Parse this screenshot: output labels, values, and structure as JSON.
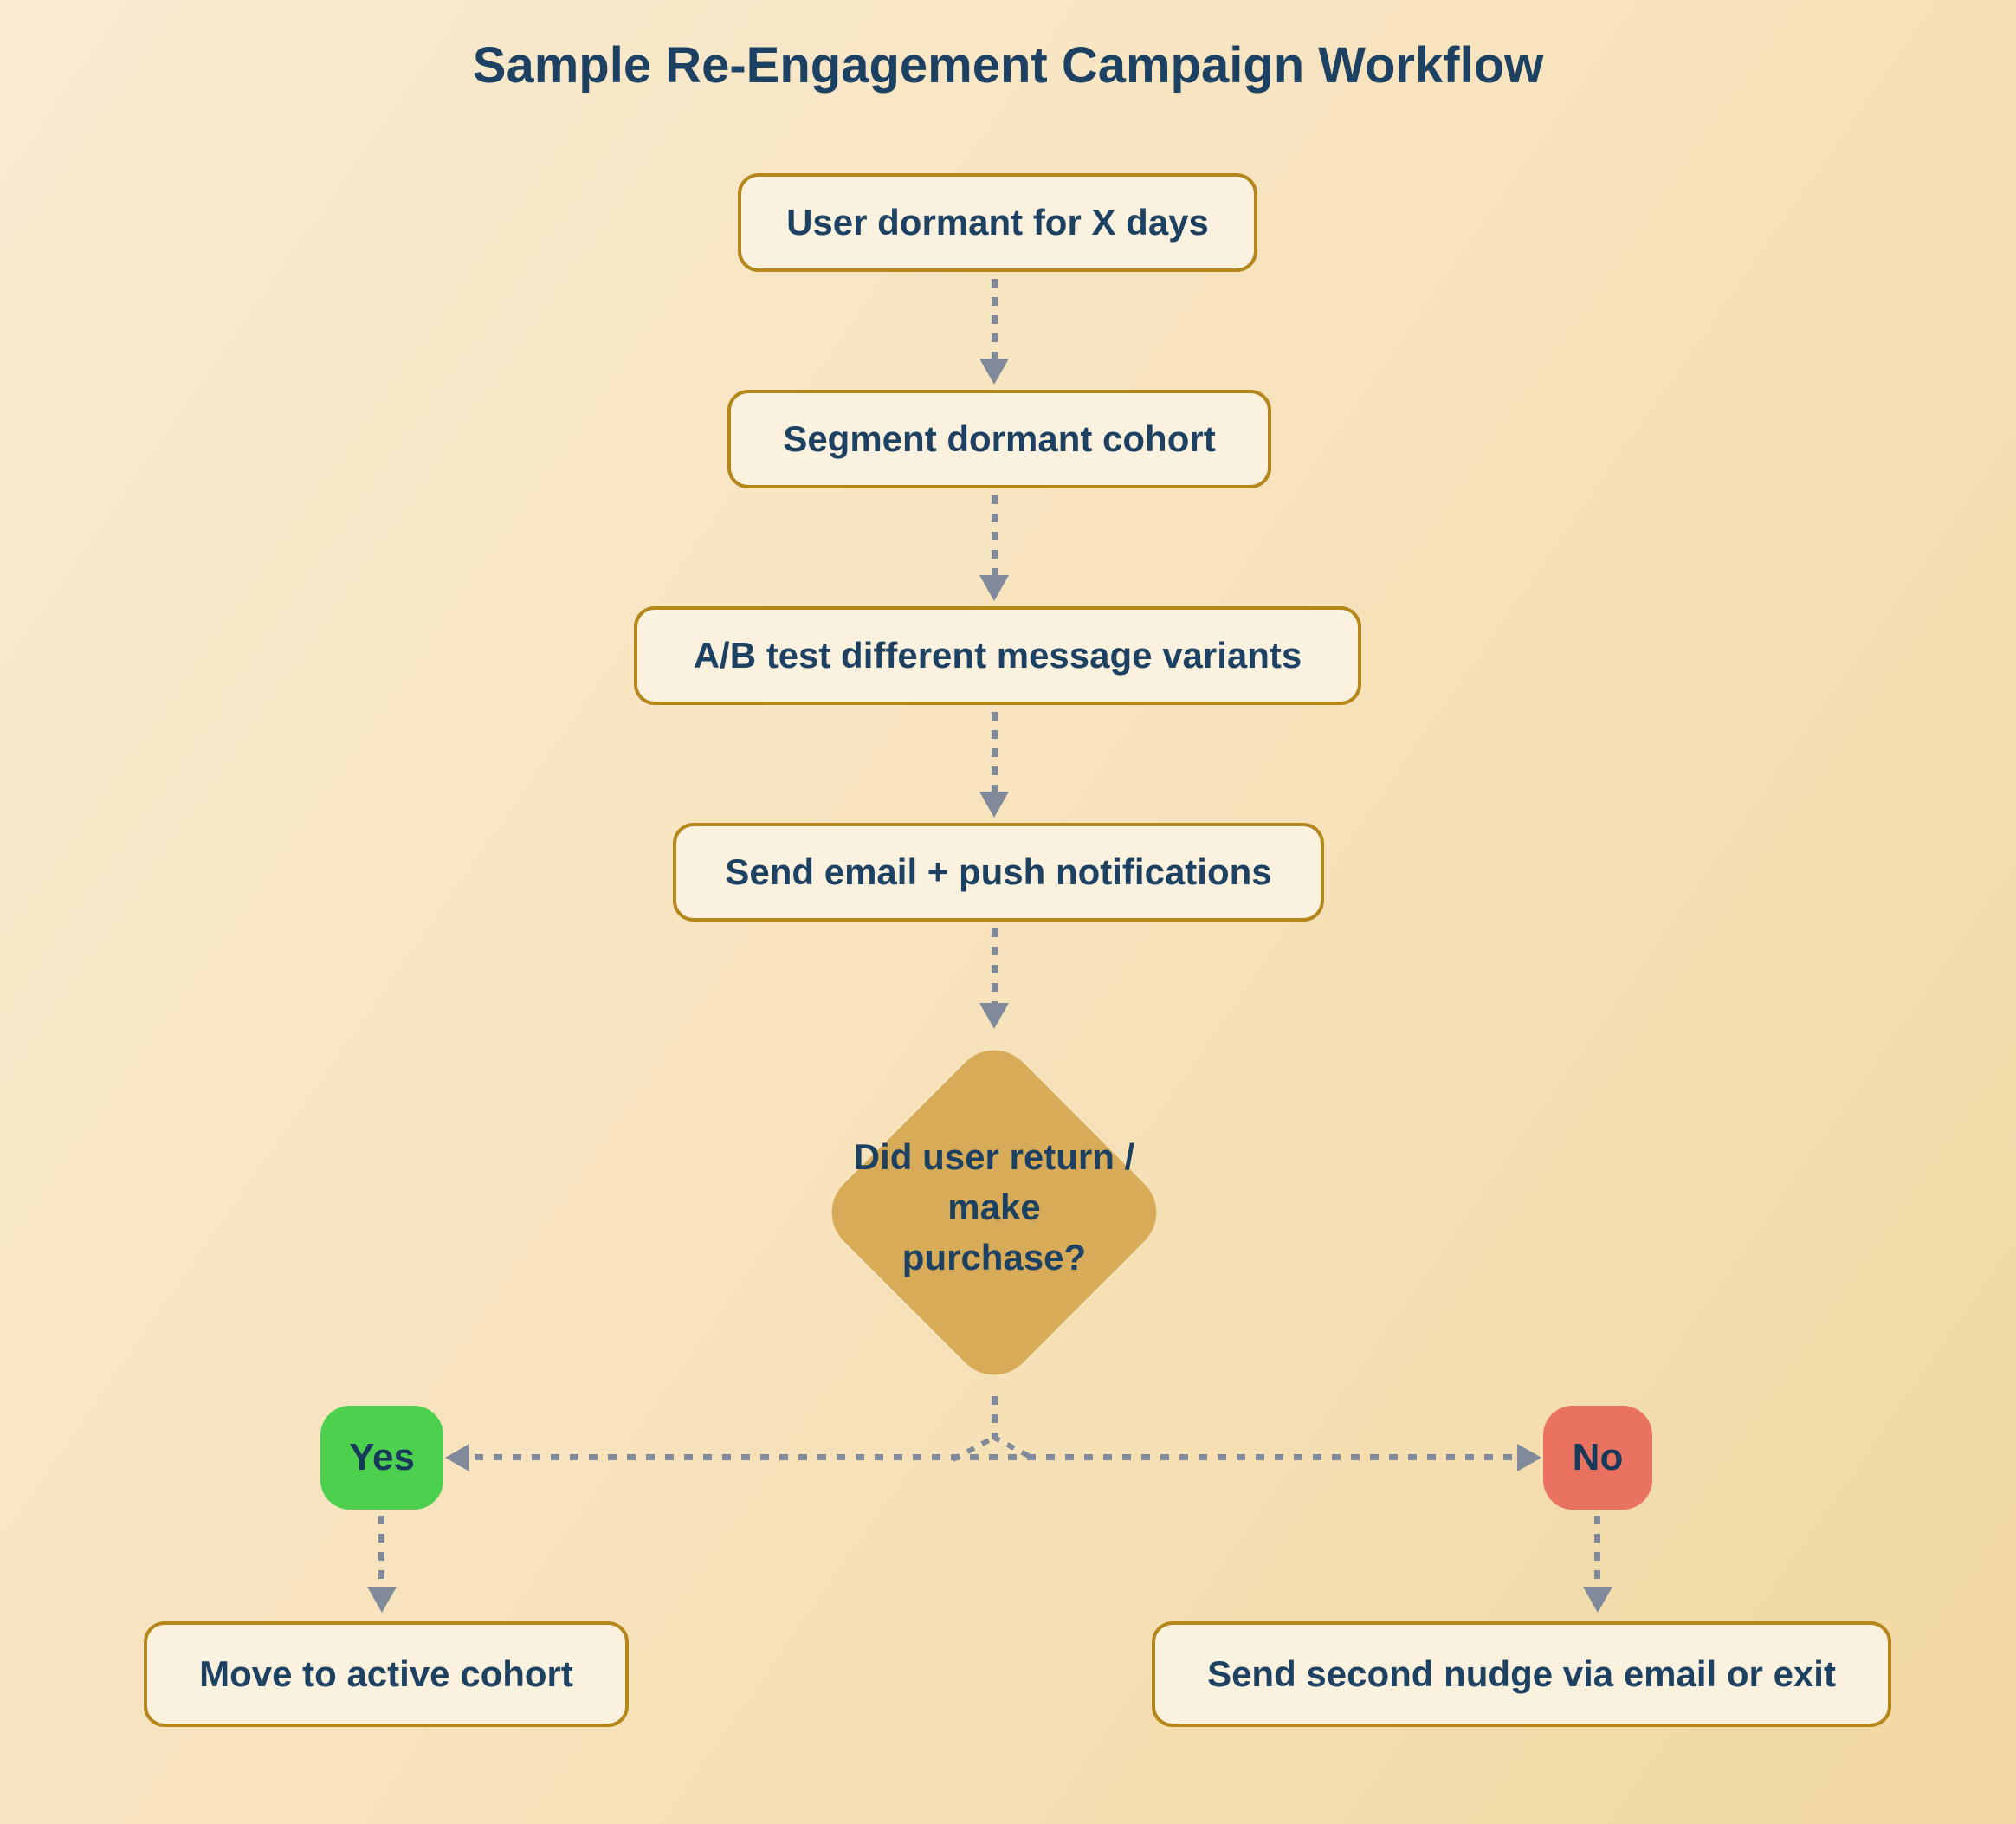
{
  "title": "Sample Re-Engagement Campaign Workflow",
  "flow": {
    "steps": [
      {
        "label": "User dormant for X days"
      },
      {
        "label": "Segment dormant cohort"
      },
      {
        "label": "A/B test different message variants"
      },
      {
        "label": "Send email + push notifications"
      }
    ],
    "decision": {
      "label": "Did user return / make purchase?"
    },
    "branches": {
      "yes": {
        "label": "Yes",
        "outcome": "Move to active cohort"
      },
      "no": {
        "label": "No",
        "outcome": "Send second nudge via email or exit"
      }
    }
  },
  "colors": {
    "background_start": "#f9ebd1",
    "background_end": "#f1d8a2",
    "node_fill": "#faf1de",
    "node_border": "#b5861a",
    "text_navy": "#1d4163",
    "diamond_fill": "#d7ab58",
    "yes_green": "#4dd04d",
    "no_red": "#e97260",
    "arrow_gray": "#818a9b"
  }
}
